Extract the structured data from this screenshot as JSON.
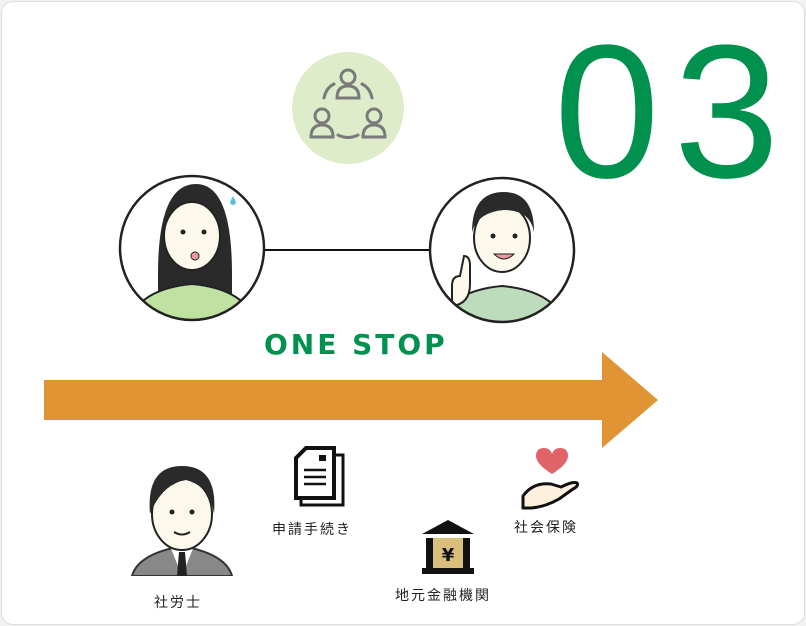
{
  "step_number": "03",
  "headline": "ONE STOP",
  "items": [
    {
      "label": "社労士",
      "icon": "consultant-icon"
    },
    {
      "label": "申請手続き",
      "icon": "document-icon"
    },
    {
      "label": "地元金融機関",
      "icon": "bank-icon"
    },
    {
      "label": "社会保険",
      "icon": "heart-hand-icon"
    }
  ],
  "colors": {
    "accent": "#00914f",
    "arrow": "#e09434",
    "circle": "#dfecca"
  }
}
